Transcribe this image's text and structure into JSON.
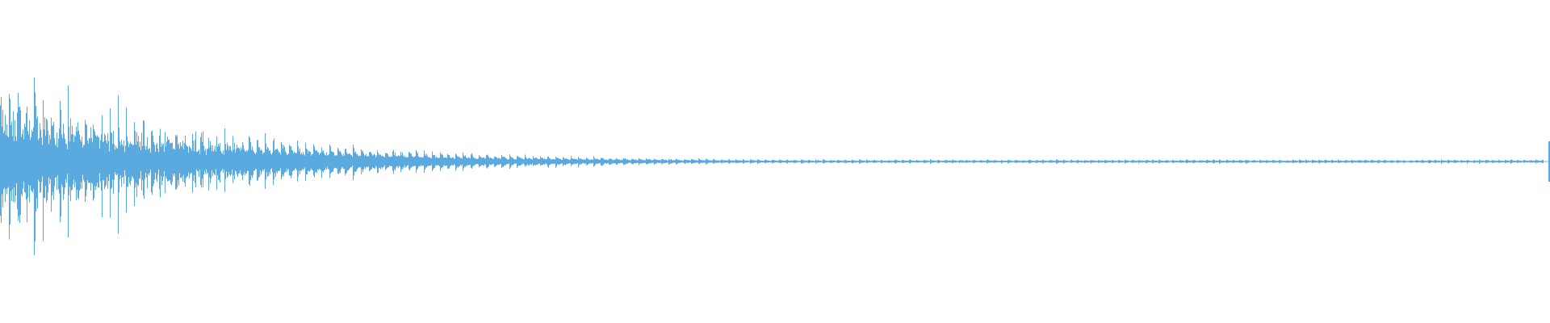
{
  "waveform": {
    "color": "#5aaae0",
    "background": "#ffffff",
    "envelope": {
      "start_level": 0.85,
      "min_level": 0.02,
      "decay": "exponential",
      "pulse_count": 190
    },
    "end_marker_level": 0.2
  }
}
